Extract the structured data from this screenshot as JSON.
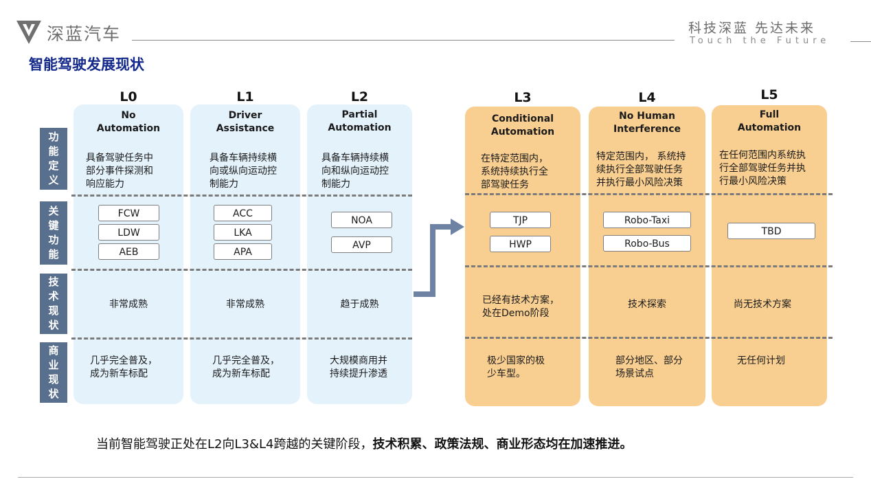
{
  "header": {
    "brand": "深蓝汽车",
    "slogan_cn": "科技深蓝 先达未来",
    "slogan_en": "Touch the Future"
  },
  "page_title": "智能驾驶发展现状",
  "row_labels": {
    "definition": "功能定义",
    "features": "关键功能",
    "tech": "技术现状",
    "business": "商业现状"
  },
  "levels": [
    {
      "level": "L0",
      "name": [
        "No",
        "Automation"
      ],
      "definition": [
        "具备驾驶任务中",
        "部分事件探测和",
        "响应能力"
      ],
      "features": [
        "FCW",
        "LDW",
        "AEB"
      ],
      "tech": "非常成熟",
      "business": [
        "几乎完全普及，",
        "成为新车标配"
      ]
    },
    {
      "level": "L1",
      "name": [
        "Driver",
        "Assistance"
      ],
      "definition": [
        "具备车辆持续横",
        "向或纵向运动控",
        "制能力"
      ],
      "features": [
        "ACC",
        "LKA",
        "APA"
      ],
      "tech": "非常成熟",
      "business": [
        "几乎完全普及，",
        "成为新车标配"
      ]
    },
    {
      "level": "L2",
      "name": [
        "Partial",
        "Automation"
      ],
      "definition": [
        "具备车辆持续横",
        "向和纵向运动控",
        "制能力"
      ],
      "features": [
        "NOA",
        "AVP"
      ],
      "tech": "趋于成熟",
      "business": [
        "大规模商用并",
        "持续提升渗透"
      ]
    },
    {
      "level": "L3",
      "name": [
        "Conditional",
        "Automation"
      ],
      "definition": [
        "在特定范围内，",
        "系统持续执行全",
        "部驾驶任务"
      ],
      "features": [
        "TJP",
        "HWP"
      ],
      "tech": [
        "已经有技术方案，",
        "处在Demo阶段"
      ],
      "business": [
        "极少国家的极",
        "少车型。"
      ]
    },
    {
      "level": "L4",
      "name": [
        "No Human",
        "Interference"
      ],
      "definition": [
        "特定范围内， 系统持",
        "续执行全部驾驶任务",
        "并执行最小风险决策"
      ],
      "features": [
        "Robo-Taxi",
        "Robo-Bus"
      ],
      "tech": "技术探索",
      "business": [
        "部分地区、部分",
        "场景试点"
      ]
    },
    {
      "level": "L5",
      "name": [
        "Full",
        "Automation"
      ],
      "definition": [
        "在任何范围内系统执",
        "行全部驾驶任务并执",
        "行最小风险决策"
      ],
      "features": [
        "TBD"
      ],
      "tech": "尚无技术方案",
      "business": "无任何计划"
    }
  ],
  "footnote": {
    "normal": "当前智能驾驶正处在L2向L3&L4跨越的关键阶段，",
    "bold": "技术积累、政策法规、商业形态均在加速推进。"
  },
  "colors": {
    "title": "#12288a",
    "blue_column": "#e4f2fc",
    "orange_column": "#f9cf91",
    "row_label": "#596f8e",
    "arrow": "#6e83a3"
  }
}
